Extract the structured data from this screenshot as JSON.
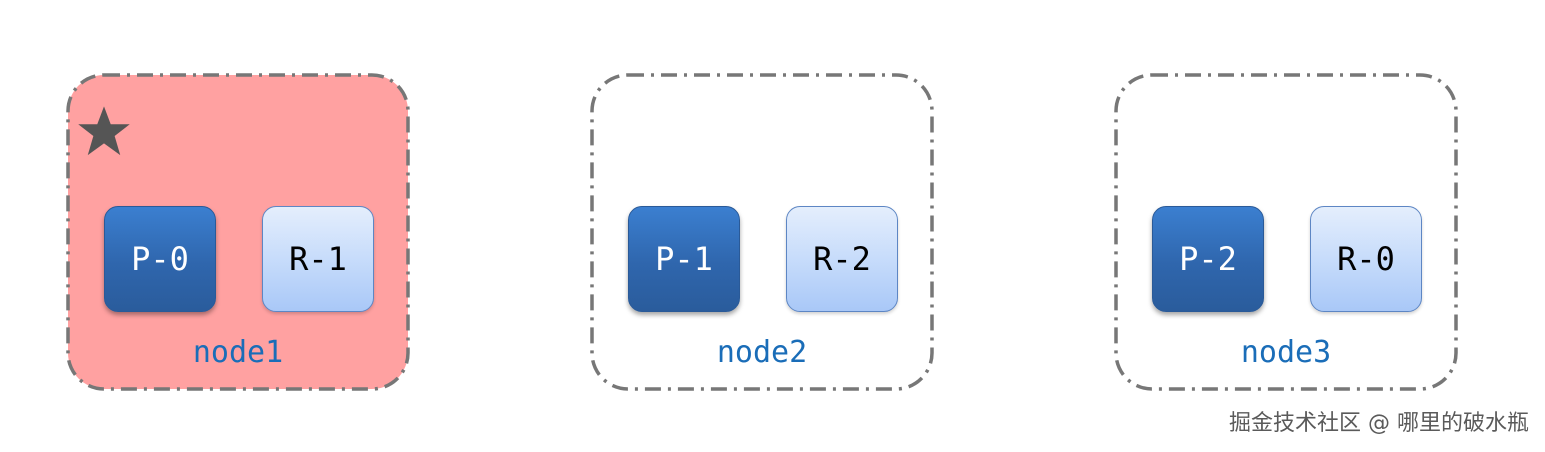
{
  "colors": {
    "leader_fill": "#ffa1a1",
    "border_dash": "#777777",
    "primary_shard": "#2f66ad",
    "replica_shard": "#c7dcfb",
    "label_text": "#1a6db8",
    "star": "#555555"
  },
  "nodes": [
    {
      "label": "node1",
      "is_leader": true,
      "primary": "P-0",
      "replica": "R-1",
      "marker_icon": "star-icon"
    },
    {
      "label": "node2",
      "is_leader": false,
      "primary": "P-1",
      "replica": "R-2"
    },
    {
      "label": "node3",
      "is_leader": false,
      "primary": "P-2",
      "replica": "R-0"
    }
  ],
  "watermark": "掘金技术社区 @ 哪里的破水瓶"
}
